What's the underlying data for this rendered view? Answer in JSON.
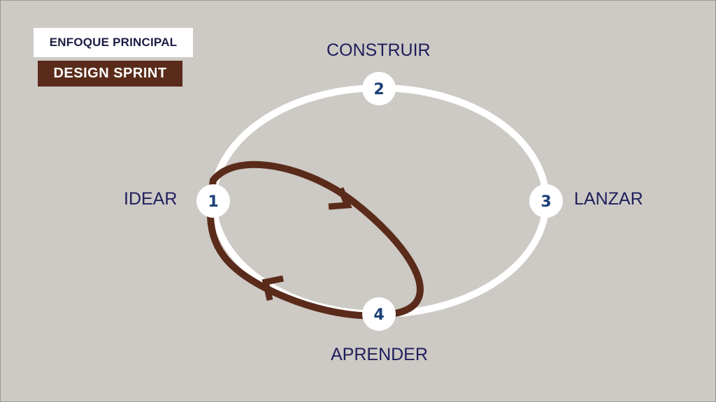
{
  "header": {
    "focus_label": "ENFOQUE PRINCIPAL",
    "method_label": "DESIGN SPRINT"
  },
  "steps": [
    {
      "number": "1",
      "label": "IDEAR"
    },
    {
      "number": "2",
      "label": "CONSTRUIR"
    },
    {
      "number": "3",
      "label": "LANZAR"
    },
    {
      "number": "4",
      "label": "APRENDER"
    }
  ],
  "colors": {
    "background": "#cdc9c4",
    "outer_loop": "#ffffff",
    "inner_loop": "#5a2b1a",
    "number_text": "#1c3f78",
    "label_text": "#1e1e5c"
  }
}
